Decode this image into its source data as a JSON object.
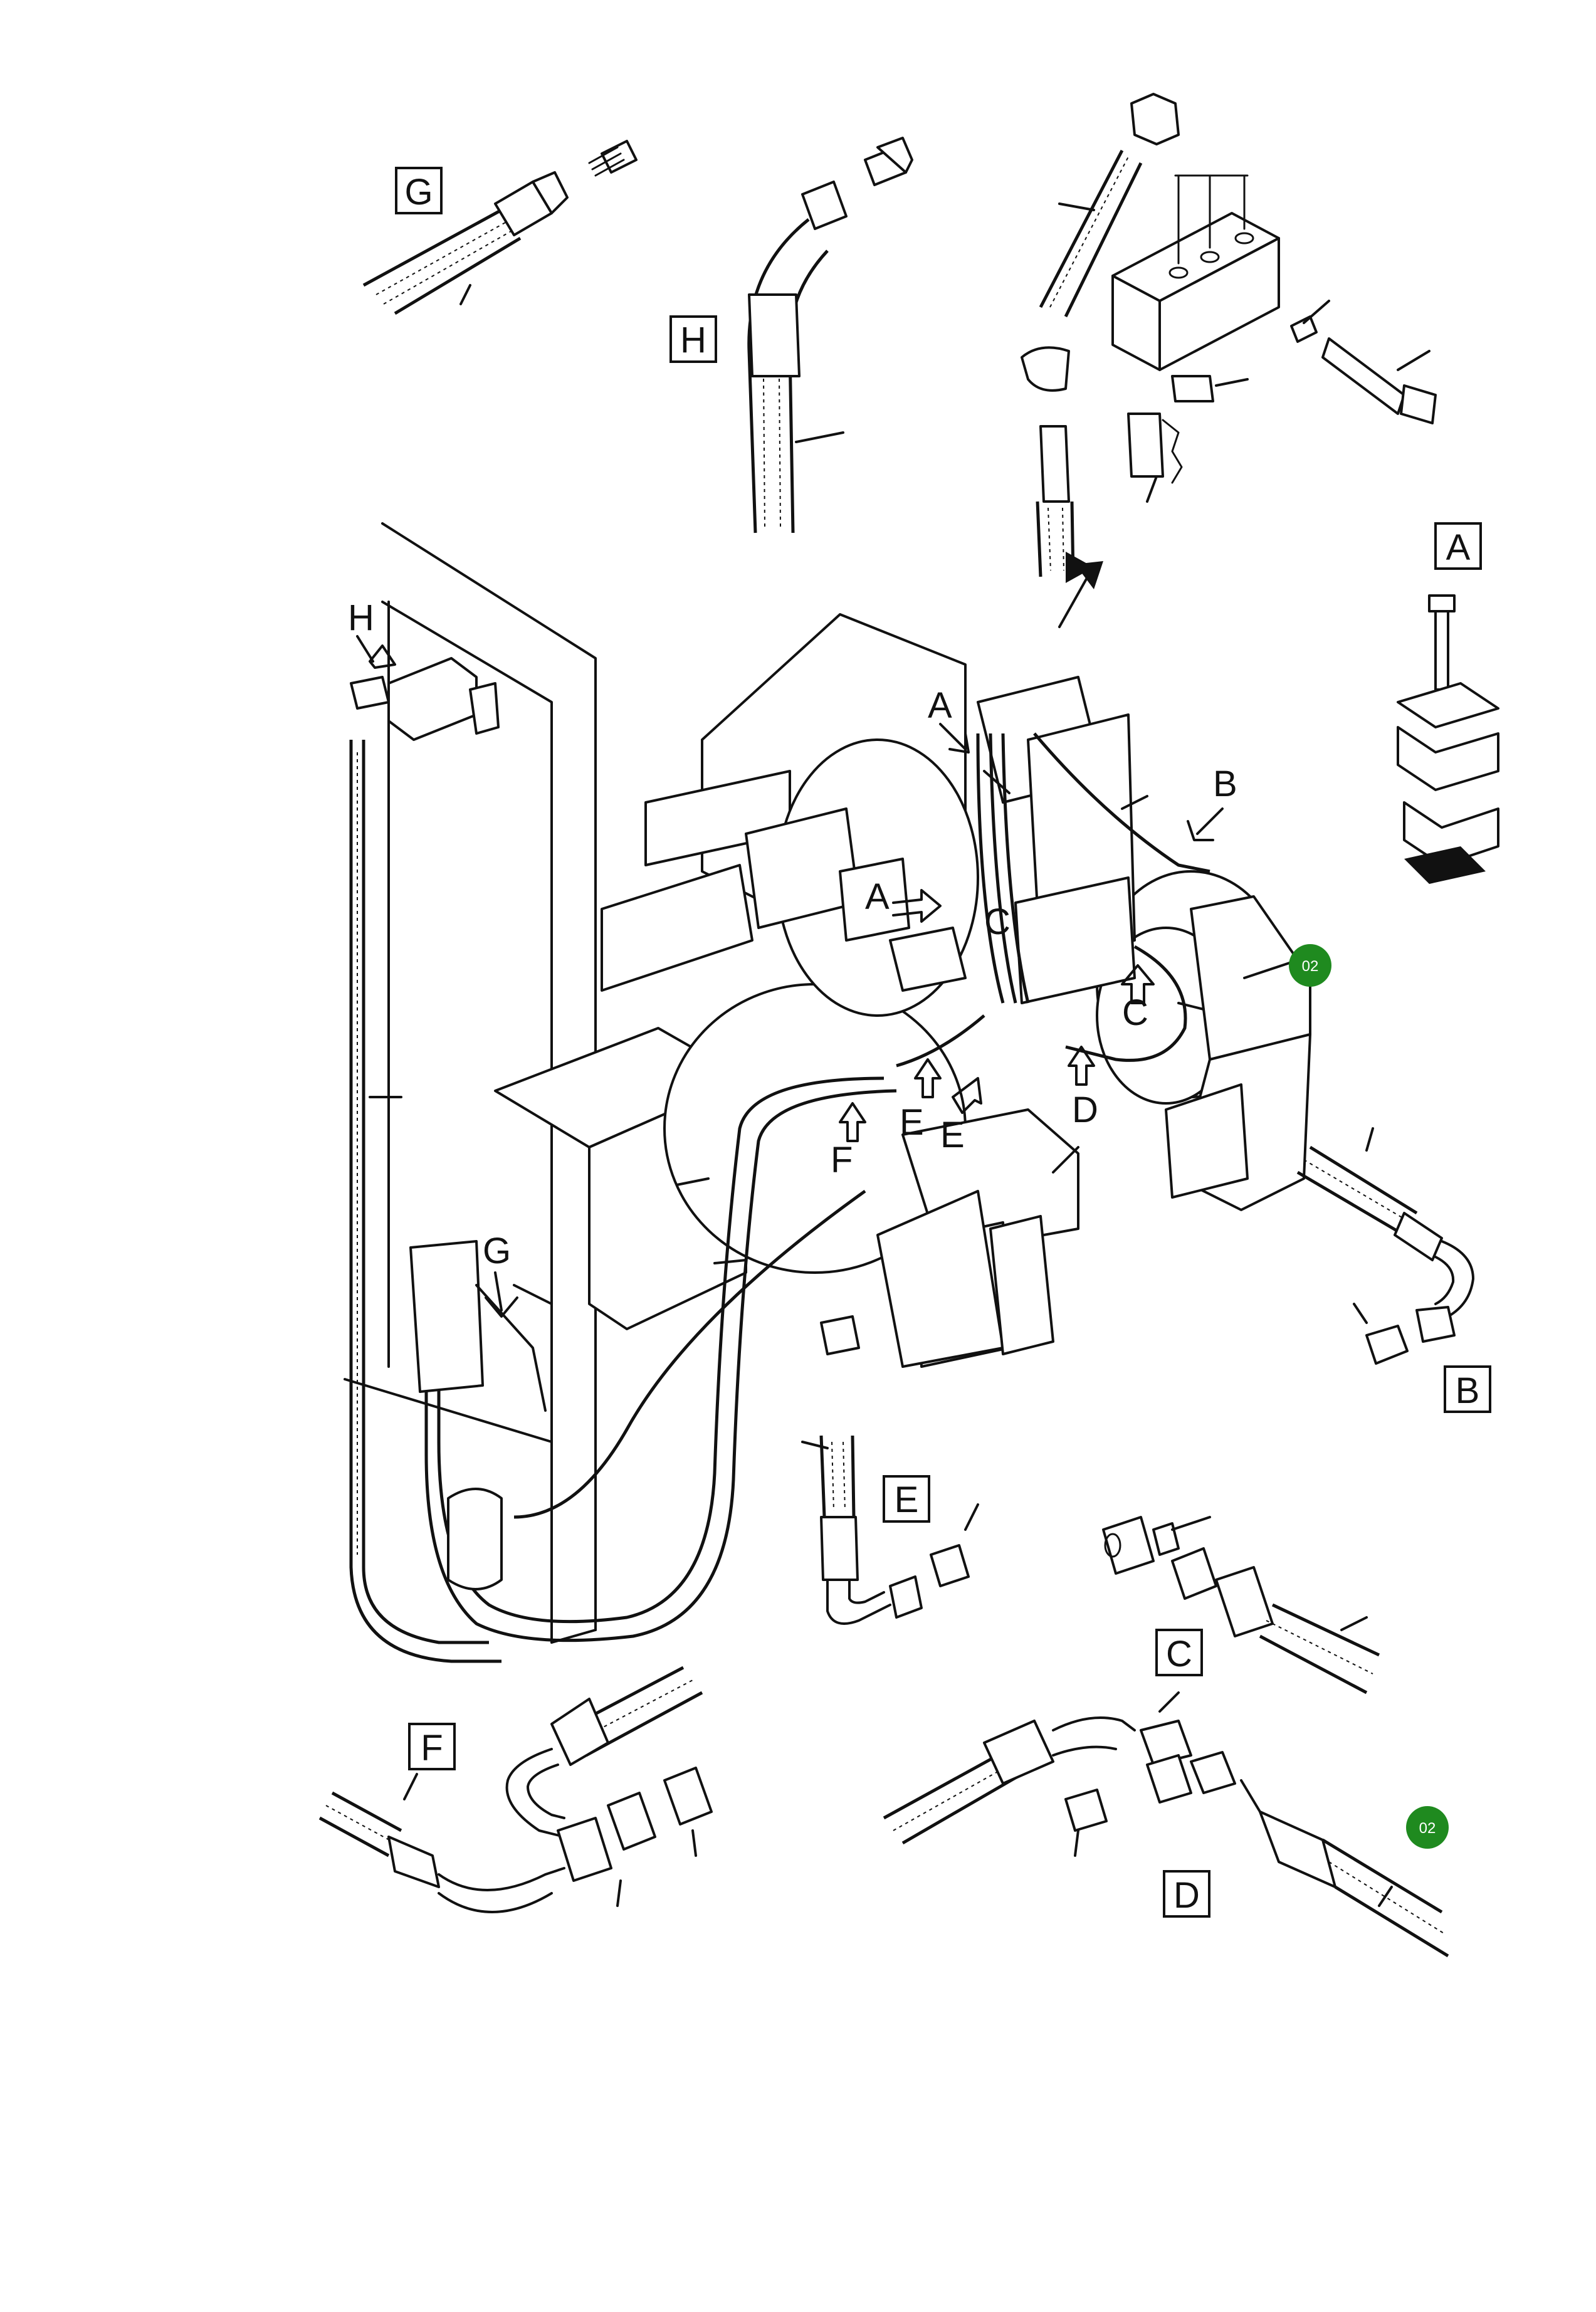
{
  "colors": {
    "line": "#111111",
    "badge": "#1f8a1f",
    "background": "#ffffff"
  },
  "detail_boxes": {
    "G": "G",
    "H": "H",
    "A": "A",
    "B": "B",
    "E": "E",
    "C": "C",
    "F": "F",
    "D": "D"
  },
  "callouts": {
    "H": "H",
    "G": "G",
    "A_top": "A",
    "A_mid": "A",
    "B": "B",
    "C_mid": "C",
    "C_right": "C",
    "E1": "E",
    "E2": "E",
    "F": "F",
    "D": "D"
  },
  "badges": {
    "main": "02",
    "detail_d": "02"
  }
}
